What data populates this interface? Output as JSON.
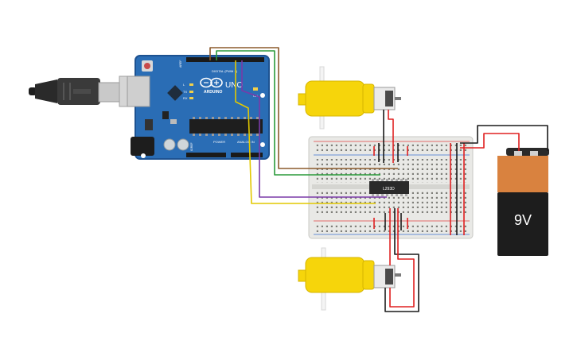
{
  "circuit": {
    "board": {
      "brand": "ARDUINO",
      "model": "UNO",
      "header_digital": "DIGITAL (PWM ~)",
      "header_power": "POWER",
      "header_analog": "ANALOG IN",
      "led_labels": [
        "L",
        "TX",
        "RX",
        "ON"
      ],
      "aref": "AREF",
      "ioref": "IOREF"
    },
    "driver_chip": {
      "label": "L293D"
    },
    "battery": {
      "label": "9V"
    },
    "colors": {
      "board": "#2a6db5",
      "board_edge": "#1d5291",
      "breadboard": "#e9e9e6",
      "motor_body": "#f6d50b",
      "battery_top": "#d9823f",
      "battery_bottom": "#1d1d1d",
      "wire_brown": "#8c5a2b",
      "wire_green": "#2a9a3a",
      "wire_yellow": "#e2c900",
      "wire_purple": "#7a3aa8",
      "wire_red": "#e02020",
      "wire_black": "#1a1a1a"
    }
  }
}
